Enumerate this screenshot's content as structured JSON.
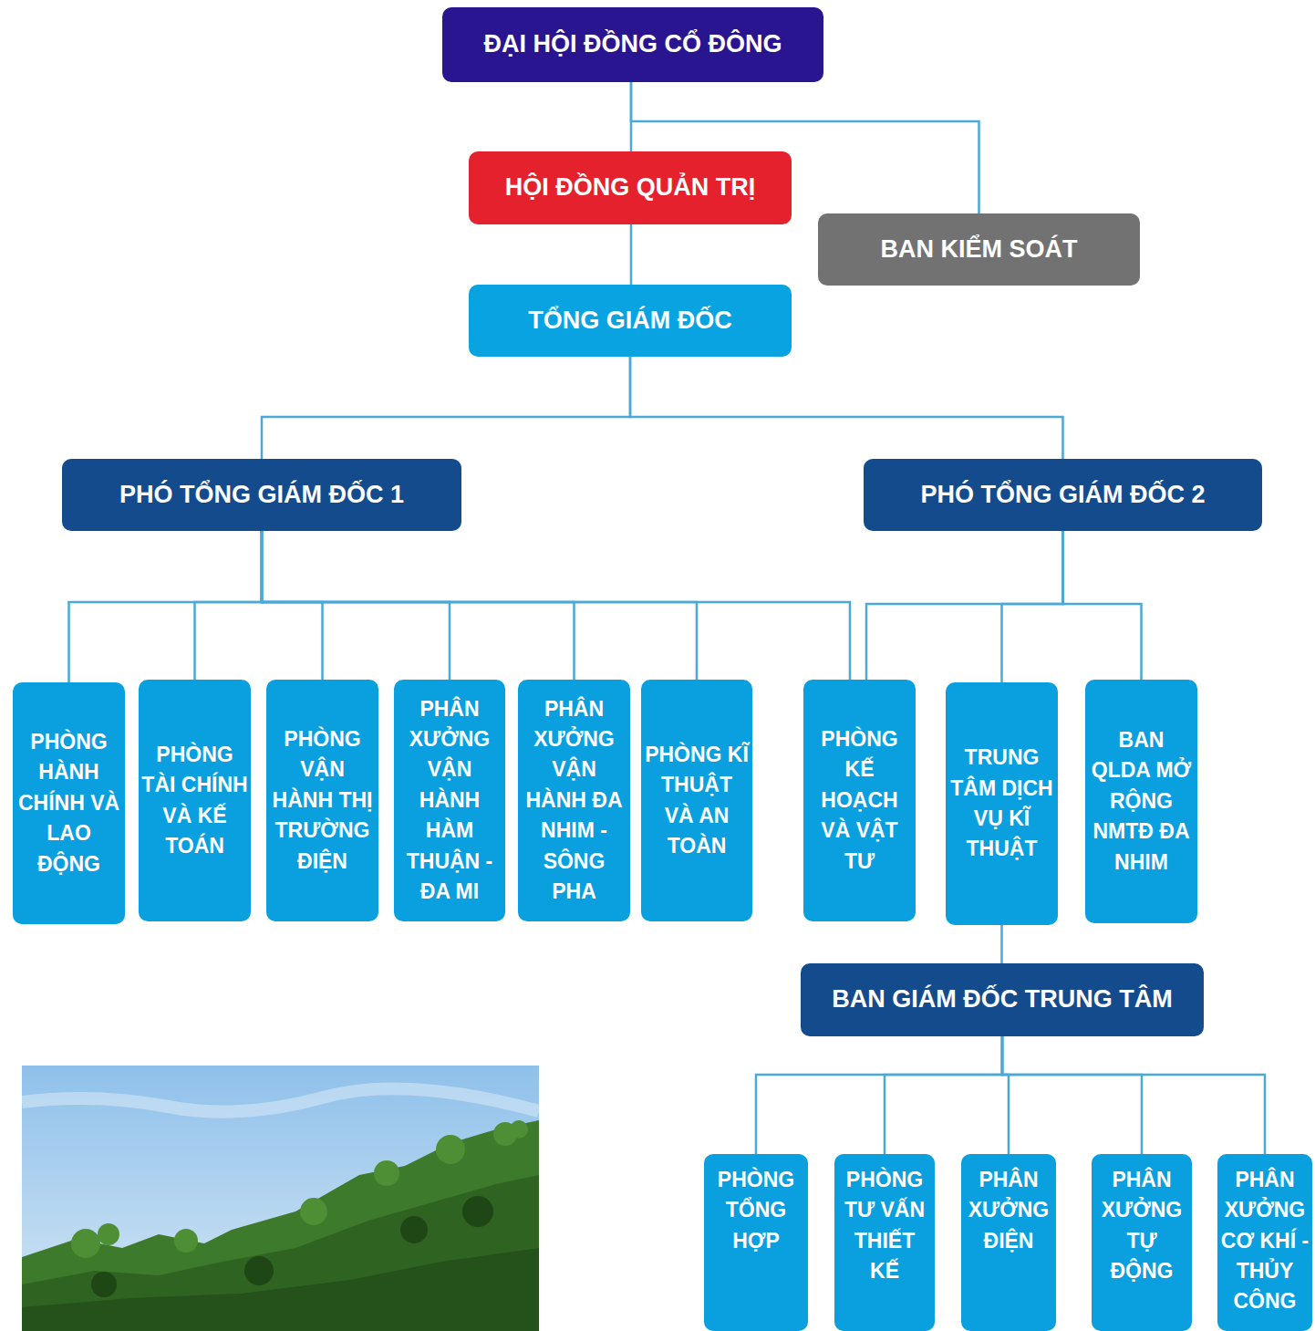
{
  "diagram": {
    "nodes": [
      {
        "text": [
          "ĐẠI HỘI ĐỒNG CỔ ĐÔNG"
        ]
      },
      {
        "text": [
          "HỘI ĐỒNG QUẢN TRỊ"
        ]
      },
      {
        "text": [
          "BAN KIỂM SOÁT"
        ]
      },
      {
        "text": [
          "TỔNG GIÁM ĐỐC"
        ]
      },
      {
        "text": [
          "PHÓ TỔNG GIÁM ĐỐC 1"
        ]
      },
      {
        "text": [
          "PHÓ TỔNG GIÁM ĐỐC 2"
        ]
      },
      {
        "text": [
          "PHÒNG HÀNH CHÍNH VÀ LAO ĐỘNG"
        ]
      },
      {
        "text": [
          "PHÒNG TÀI CHÍNH VÀ KẾ TOÁN"
        ]
      },
      {
        "text": [
          "PHÒNG VẬN HÀNH THỊ TRƯỜNG ĐIỆN"
        ]
      },
      {
        "text": [
          "PHÂN XƯỞNG VẬN HÀNH HÀM THUẬN - ĐA MI"
        ]
      },
      {
        "text": [
          "PHÂN XƯỞNG VẬN HÀNH ĐA NHIM - SÔNG PHA"
        ]
      },
      {
        "text": [
          "PHÒNG KĨ THUẬT VÀ AN TOÀN"
        ]
      },
      {
        "text": [
          "PHÒNG KẾ HOẠCH VÀ VẬT TƯ"
        ]
      },
      {
        "text": [
          "TRUNG TÂM DỊCH VỤ KĨ THUẬT"
        ]
      },
      {
        "text": [
          "BAN QLDA MỞ RỘNG NMTĐ ĐA NHIM"
        ]
      },
      {
        "text": [
          "BAN GIÁM ĐỐC TRUNG TÂM"
        ]
      },
      {
        "text": [
          "PHÒNG TỔNG HỢP"
        ]
      },
      {
        "text": [
          "PHÒNG TƯ VẤN THIẾT KẾ"
        ]
      },
      {
        "text": [
          "PHÂN XƯỞNG ĐIỆN"
        ]
      },
      {
        "text": [
          "PHÂN XƯỞNG TỰ ĐỘNG"
        ]
      },
      {
        "text": [
          "PHÂN XƯỞNG CƠ KHÍ - THỦY CÔNG"
        ]
      }
    ],
    "edges": [
      {
        "from": 0,
        "to": 1,
        "arrow": "none"
      },
      {
        "from": 0,
        "to": 2,
        "arrow": "none"
      },
      {
        "from": 1,
        "to": 3,
        "arrow": "none"
      },
      {
        "from": 3,
        "to": 4,
        "arrow": "none"
      },
      {
        "from": 3,
        "to": 5,
        "arrow": "none"
      },
      {
        "from": 4,
        "to": 6,
        "arrow": "none"
      },
      {
        "from": 4,
        "to": 7,
        "arrow": "none"
      },
      {
        "from": 4,
        "to": 8,
        "arrow": "none"
      },
      {
        "from": 4,
        "to": 9,
        "arrow": "none"
      },
      {
        "from": 4,
        "to": 10,
        "arrow": "none"
      },
      {
        "from": 4,
        "to": 11,
        "arrow": "none"
      },
      {
        "from": 4,
        "to": 12,
        "arrow": "none"
      },
      {
        "from": 5,
        "to": 12,
        "arrow": "none"
      },
      {
        "from": 5,
        "to": 13,
        "arrow": "none"
      },
      {
        "from": 5,
        "to": 14,
        "arrow": "none"
      },
      {
        "from": 13,
        "to": 15,
        "arrow": "none"
      },
      {
        "from": 15,
        "to": 16,
        "arrow": "none"
      },
      {
        "from": 15,
        "to": 17,
        "arrow": "none"
      },
      {
        "from": 15,
        "to": 18,
        "arrow": "none"
      },
      {
        "from": 15,
        "to": 19,
        "arrow": "none"
      },
      {
        "from": 15,
        "to": 20,
        "arrow": "none"
      }
    ]
  }
}
